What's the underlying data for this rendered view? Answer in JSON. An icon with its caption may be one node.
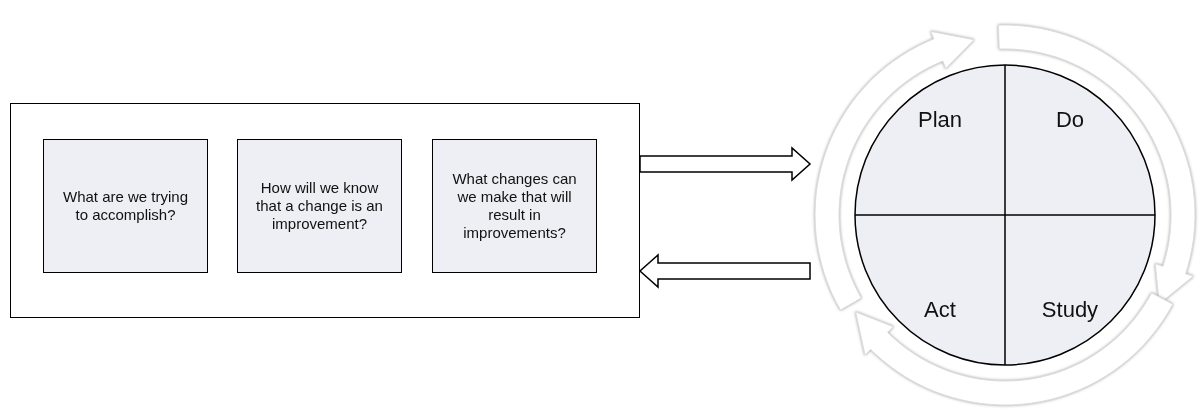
{
  "diagram": {
    "nodes": [
      {
        "text": [],
        "shape": "box"
      },
      {
        "text": [
          "What are we trying to accomplish?"
        ],
        "in": 0
      },
      {
        "text": [
          "How will we know that a change is an improvement?"
        ],
        "in": 0
      },
      {
        "text": [
          "What changes can we make that will result in improvements?"
        ],
        "in": 0
      },
      {
        "text": [],
        "shape": "circle"
      },
      {
        "text": [
          "Plan"
        ],
        "in": 4
      },
      {
        "text": [
          "Do"
        ],
        "in": 4
      },
      {
        "text": [
          "Act"
        ],
        "in": 4
      },
      {
        "text": [
          "Study"
        ],
        "in": 4
      }
    ],
    "edges": [
      {
        "from": 0,
        "to": 4,
        "arrow": "to"
      },
      {
        "from": 4,
        "to": 0,
        "arrow": "to"
      }
    ]
  }
}
